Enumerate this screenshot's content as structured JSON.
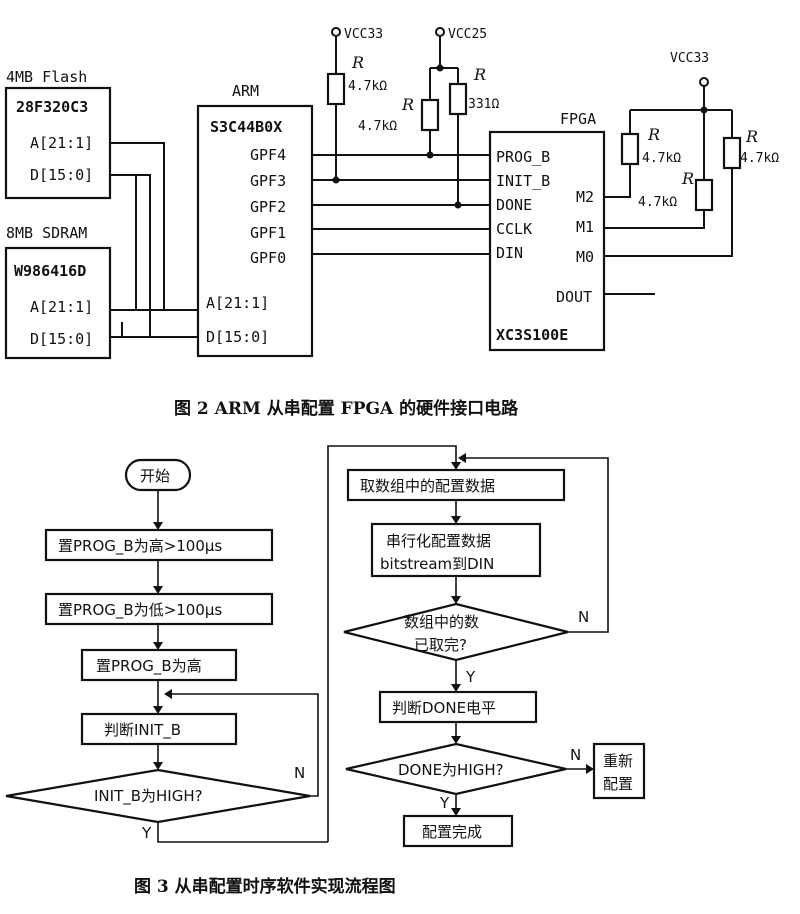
{
  "figure2": {
    "flash_title": "4MB Flash",
    "flash_chip": "28F320C3",
    "flash_pin_a": "A[21:1]",
    "flash_pin_d": "D[15:0]",
    "sdram_title": "8MB SDRAM",
    "sdram_chip": "W986416D",
    "sdram_pin_a": "A[21:1]",
    "sdram_pin_d": "D[15:0]",
    "arm_title": "ARM",
    "arm_chip": "S3C44B0X",
    "arm_pins": [
      "GPF4",
      "GPF3",
      "GPF2",
      "GPF1",
      "GPF0"
    ],
    "arm_pin_a": "A[21:1]",
    "arm_pin_d": "D[15:0]",
    "fpga_title": "FPGA",
    "fpga_chip": "XC3S100E",
    "fpga_left_pins": [
      "PROG_B",
      "INIT_B",
      "DONE",
      "CCLK",
      "DIN"
    ],
    "fpga_right_pins": [
      "M2",
      "M1",
      "M0",
      "DOUT"
    ],
    "vcc33_left": "VCC33",
    "vcc25": "VCC25",
    "vcc33_right": "VCC33",
    "res_symbol": "R",
    "res_47k": "4.7kΩ",
    "res_331": "331Ω",
    "caption": "图 2  ARM 从串配置 FPGA 的硬件接口电路"
  },
  "figure3": {
    "start": "开始",
    "step1": "置PROG_B为高>100μs",
    "step2": "置PROG_B为低>100μs",
    "step3": "置PROG_B为高",
    "step4": "判断INIT_B",
    "decision1": "INIT_B为HIGH?",
    "d1_no": "N",
    "d1_yes": "Y",
    "step5": "取数组中的配置数据",
    "step6_line1": "串行化配置数据",
    "step6_line2": "bitstream到DIN",
    "decision2_line1": "数组中的数",
    "decision2_line2": "已取完?",
    "d2_no": "N",
    "d2_yes": "Y",
    "step7": "判断DONE电平",
    "decision3": "DONE为HIGH?",
    "d3_no": "N",
    "d3_yes": "Y",
    "reconfig_line1": "重新",
    "reconfig_line2": "配置",
    "done": "配置完成",
    "caption": "图 3  从串配置时序软件实现流程图"
  }
}
